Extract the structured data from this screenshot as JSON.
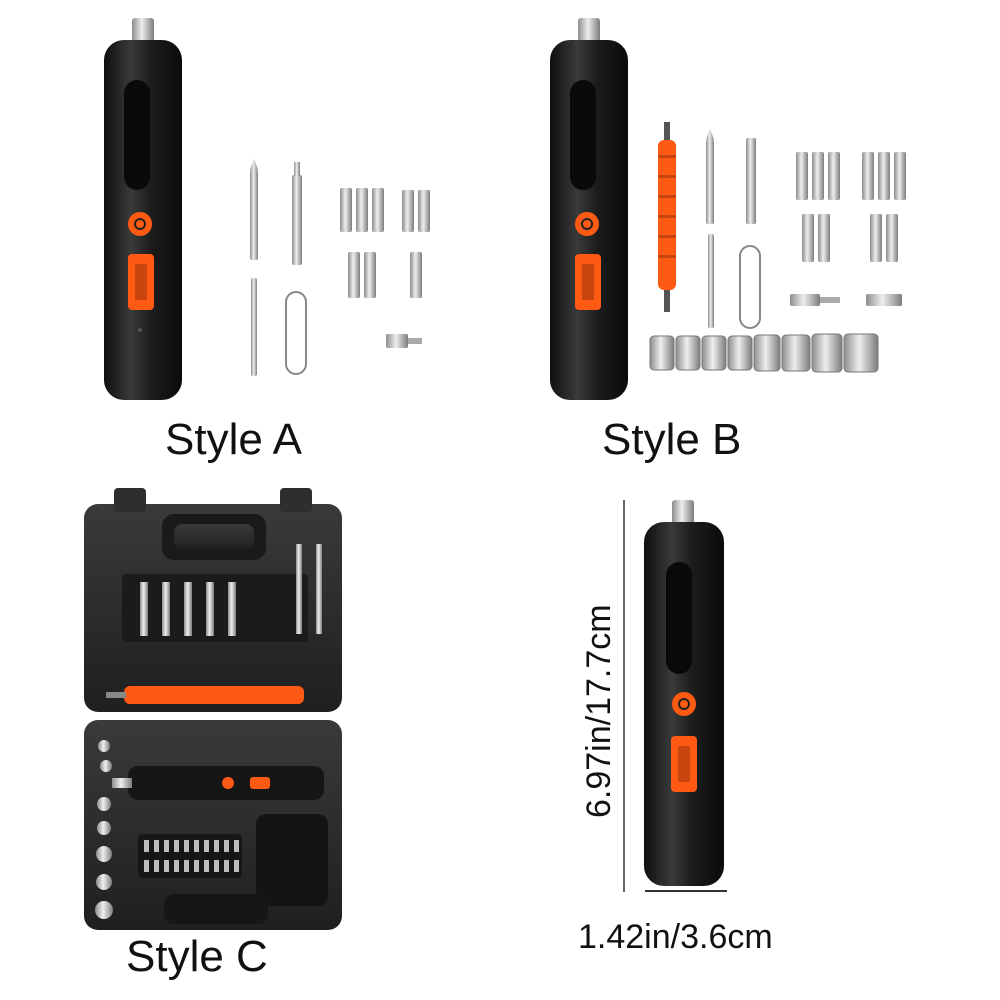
{
  "styles": {
    "a": {
      "label": "Style A"
    },
    "b": {
      "label": "Style B"
    },
    "c": {
      "label": "Style C"
    }
  },
  "dimensions": {
    "height": "6.97in/17.7cm",
    "width": "1.42in/3.6cm"
  },
  "colors": {
    "body": "#1e1e1e",
    "accent": "#ff5a14",
    "metal": "#c9c9c9",
    "case": "#2b2b2b"
  }
}
